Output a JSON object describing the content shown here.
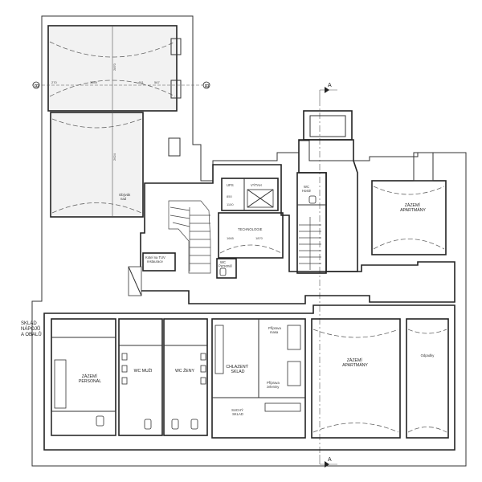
{
  "labels": {
    "obyvaci_pokoj": "Obývák\nnad",
    "ups": "UPS",
    "vytah": "VÝTAH",
    "technologie": "TECHNOLOGIE",
    "wc_hoste": "WC\nHosté",
    "zazemi_apartmany_top": "ZÁZEMÍ\nAPARTMÁNY",
    "kotelna": "Kotel na TUV\nrestaurace",
    "wc_personal": "WC\nPersonál",
    "sklad_napoju": "SKLAD\nNÁPOJŮ\nA OBALŮ",
    "zazemi_personal": "ZÁZEMÍ\nPERSONÁL",
    "wc_muzi": "WC MUŽI",
    "wc_zeny": "WC ŽENY",
    "chlazeny_sklad": "CHLAZENÝ\nSKLAD",
    "priprava_masa": "Příprava\nmasa",
    "priprava_zeleniny": "Příprava\nzeleniny",
    "suchy_sklad": "SUCHÝ\nSKLAD",
    "zazemi_apartmany_bottom": "ZÁZEMÍ\nAPARTMÁNY",
    "odpadky": "Odpadky",
    "cut_a_top": "A",
    "cut_a_bottom": "A",
    "cut_b_left": "B",
    "cut_b_right": "B"
  },
  "dimensions": [
    "270",
    "3649",
    "481",
    "567",
    "2870",
    "2624",
    "850",
    "1100",
    "1665",
    "1870"
  ]
}
